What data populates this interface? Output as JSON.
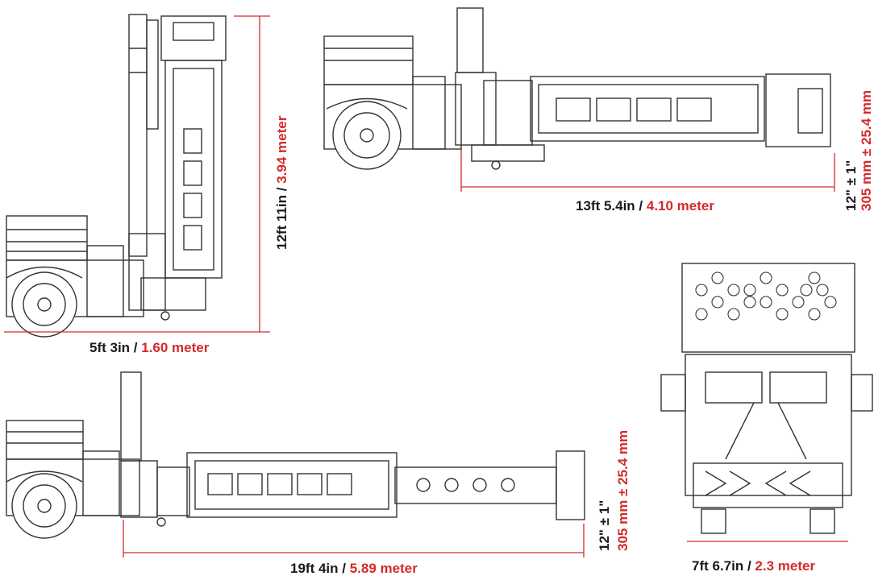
{
  "views": {
    "raised": {
      "width_imperial": "5ft 3in",
      "width_metric": "1.60 meter",
      "height_imperial": "12ft 11in",
      "height_metric": "3.94 meter"
    },
    "top_right": {
      "length_imperial": "13ft 5.4in",
      "length_metric": "4.10 meter",
      "height_imperial": "12\" ± 1\"",
      "height_metric": "305 mm ± 25.4 mm"
    },
    "extended": {
      "length_imperial": "19ft 4in",
      "length_metric": "5.89 meter",
      "height_imperial": "12\" ± 1\"",
      "height_metric": "305 mm ± 25.4 mm"
    },
    "rear": {
      "width_imperial": "7ft 6.7in",
      "width_metric": "2.3 meter"
    }
  },
  "separator": " / ",
  "colors": {
    "dimension_red": "#d42a2a",
    "text_dark": "#1a1a1a",
    "line": "#333333"
  }
}
